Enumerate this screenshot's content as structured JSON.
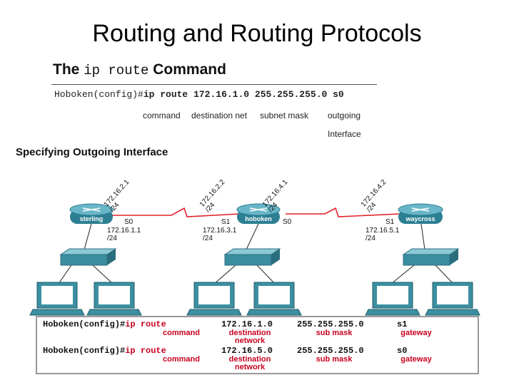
{
  "slide_title": "Routing and Routing Protocols",
  "figure_title": {
    "part1": "The",
    "part2": "ip route",
    "part3": "Command"
  },
  "command_line": {
    "prompt": "Hoboken(config)#",
    "command": "ip route",
    "destination": "172.16.1.0",
    "mask": "255.255.255.0",
    "interface": "s0"
  },
  "command_annotations": {
    "command": "command",
    "destination": "destination net",
    "mask": "subnet mask",
    "outgoing_line1": "outgoing",
    "outgoing_line2": "Interface"
  },
  "section_title": "Specifying Outgoing Interface",
  "routers": [
    {
      "name": "sterling"
    },
    {
      "name": "hoboken"
    },
    {
      "name": "waycross"
    }
  ],
  "link_ips": {
    "sterling_s0": "172.16.2.1",
    "hoboken_s1": "172.16.2.2",
    "hoboken_s0": "172.16.4.1",
    "waycross_s1": "172.16.4.2",
    "prefix": "/24"
  },
  "interfaces": {
    "sterling_s0": "S0",
    "hoboken_s1": "S1",
    "hoboken_s0": "S0",
    "waycross_s1": "S1"
  },
  "lan_labels": [
    {
      "ip": "172.16.1.1",
      "prefix": "/24"
    },
    {
      "ip": "172.16.3.1",
      "prefix": "/24"
    },
    {
      "ip": "172.16.5.1",
      "prefix": "/24"
    }
  ],
  "config_rows": [
    {
      "prompt": "Hoboken(config)#",
      "command": "ip route",
      "destination": "172.16.1.0",
      "mask": "255.255.255.0",
      "target": "s1",
      "labels": {
        "command": "command",
        "destination": "destination",
        "destination2": "network",
        "mask": "sub mask",
        "target": "gateway"
      }
    },
    {
      "prompt": "Hoboken(config)#",
      "command": "ip route",
      "destination": "172.16.5.0",
      "mask": "255.255.255.0",
      "target": "s0",
      "labels": {
        "command": "command",
        "destination": "destination",
        "destination2": "network",
        "mask": "sub mask",
        "target": "gateway"
      }
    }
  ],
  "colors": {
    "serial_link": "#e0202a",
    "router_body": "#2d7f93",
    "switch_body": "#3a8ea0",
    "pc_body": "#3b8fa1",
    "highlight": "#c8001e"
  }
}
